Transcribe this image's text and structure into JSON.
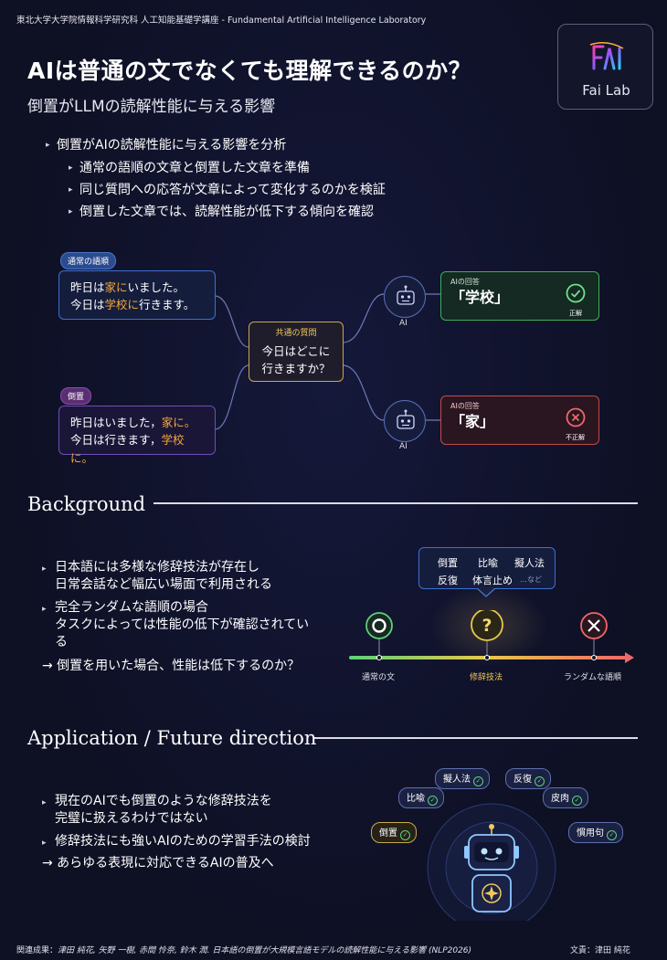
{
  "header": {
    "affiliation": "東北大学大学院情報科学研究科 人工知能基礎学講座 - Fundamental Artificial Intelligence Laboratory",
    "title": "AIは普通の文でなくても理解できるのか？",
    "subtitle": "倒置がLLMの読解性能に与える影響",
    "logo_text": "Fai Lab"
  },
  "intro": {
    "main": "倒置がAIの読解性能に与える影響を分析",
    "subs": [
      "通常の語順の文章と倒置した文章を準備",
      "同じ質問への応答が文章によって変化するのかを検証",
      "倒置した文章では、読解性能が低下する傾向を確認"
    ]
  },
  "diagram": {
    "normal_tag": "通常の語順",
    "normal_l1_a": "昨日は",
    "normal_l1_b": "家に",
    "normal_l1_c": "いました。",
    "normal_l2_a": "今日は",
    "normal_l2_b": "学校に",
    "normal_l2_c": "行きます。",
    "inv_tag": "倒置",
    "inv_l1_a": "昨日はいました，",
    "inv_l1_b": "家に。",
    "inv_l2_a": "今日は行きます，",
    "inv_l2_b": "学校に。",
    "question_label": "共通の質問",
    "question_l1": "今日はどこに",
    "question_l2": "行きますか？",
    "ai_label": "AI",
    "ans_label": "AIの回答",
    "ans_correct": "「学校」",
    "ans_wrong": "「家」",
    "correct_label": "正解",
    "wrong_label": "不正解"
  },
  "background": {
    "heading": "Background",
    "b1_l1": "日本語には多様な修辞技法が存在し",
    "b1_l2": "日常会話など幅広い場面で利用される",
    "b2_l1": "完全ランダムな語順の場合",
    "b2_l2": "タスクによっては性能の低下が確認されてい",
    "b2_l3": "る",
    "b3": "→ 倒置を用いた場合、性能は低下するのか？",
    "techniques": [
      "倒置",
      "比喩",
      "擬人法",
      "反復",
      "体言止め",
      "…など"
    ],
    "scale_left": "通常の文",
    "scale_mid": "修辞技法",
    "scale_right": "ランダムな語順"
  },
  "application": {
    "heading": "Application / Future direction",
    "a1_l1": "現在のAIでも倒置のような修辞技法を",
    "a1_l2": "完璧に扱えるわけではない",
    "a2": "修辞技法にも強いAIのための学習手法の検討",
    "a3": "→ あらゆる表現に対応できるAIの普及へ",
    "chips": [
      "擬人法",
      "反復",
      "比喩",
      "皮肉",
      "倒置",
      "慣用句"
    ]
  },
  "footer": {
    "related_label": "関連成果：",
    "related": "津田 純花, 矢野 一樹, 赤間 怜奈, 鈴木 潤. 日本語の倒置が大規模言語モデルの読解性能に与える影響 (NLP2026)",
    "author_label": "文責：",
    "author": "津田 純花"
  },
  "colors": {
    "background": "#101227",
    "accent_orange": "#f4a63a",
    "correct_green": "#3fae5a",
    "wrong_red": "#c24a4a",
    "question_gold": "#c9a84a"
  }
}
